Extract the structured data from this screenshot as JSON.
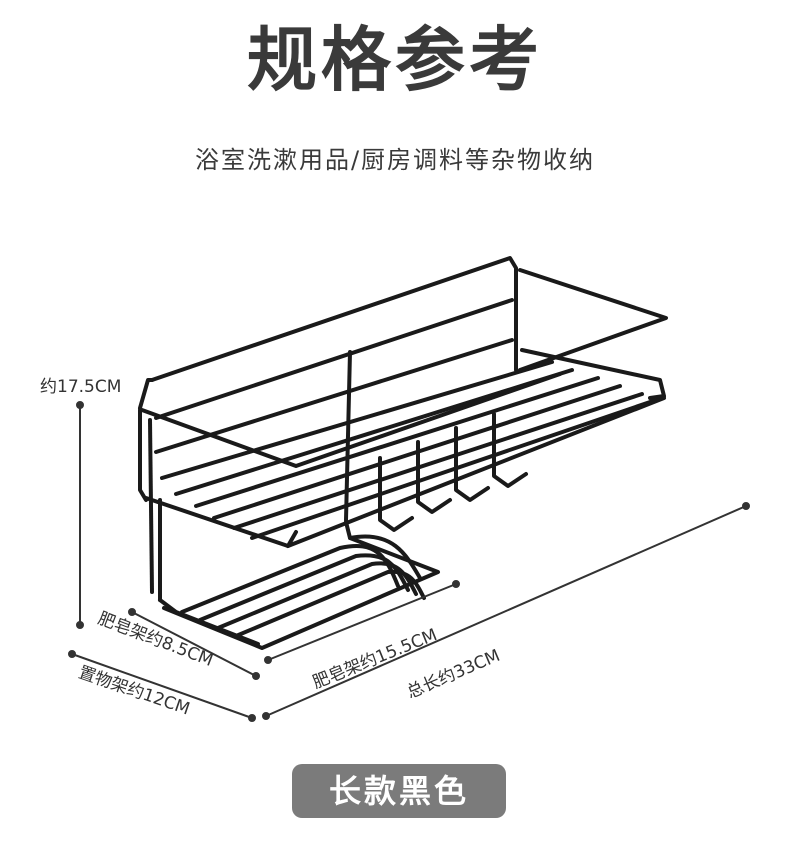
{
  "title": "规格参考",
  "subtitle": "浴室洗漱用品/厨房调料等杂物收纳",
  "dimensions": {
    "height": "约17.5CM",
    "soap_depth": "肥皂架约8.5CM",
    "shelf_depth": "置物架约12CM",
    "soap_width": "肥皂架约15.5CM",
    "total_length": "总长约33CM"
  },
  "variant": {
    "label": "长款黑色"
  },
  "colors": {
    "title": "#3a3a3a",
    "rack": "#1a1a1a",
    "button_bg": "#7b7b7b",
    "button_text": "#ffffff"
  }
}
